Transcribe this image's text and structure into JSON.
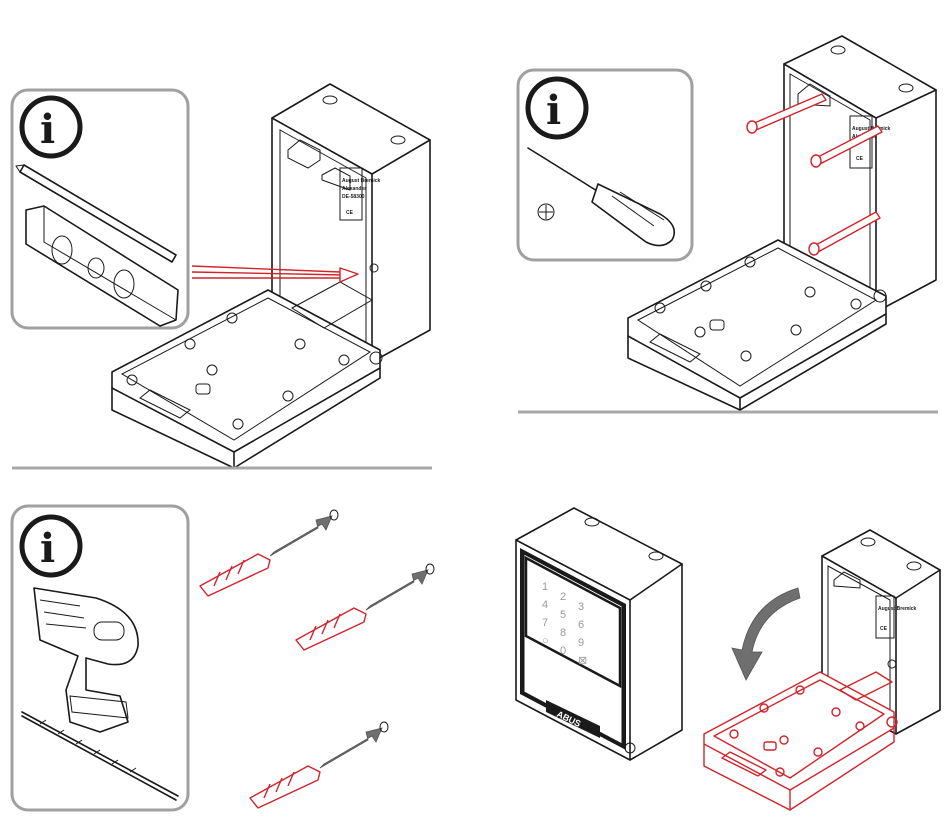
{
  "steps": [
    {
      "id": "step-1",
      "info_icon": "info-icon",
      "tools": [
        "pencil",
        "spirit-level"
      ],
      "highlight_color": "#d2232a"
    },
    {
      "id": "step-2",
      "info_icon": "info-icon",
      "tools": [
        "screwdriver"
      ],
      "screw_type_symbol": "⊕",
      "highlight_color": "#d2232a"
    },
    {
      "id": "step-3",
      "info_icon": "info-icon",
      "tools": [
        "power-drill",
        "drill-bit"
      ],
      "wall_plugs": 3
    },
    {
      "id": "step-4",
      "arrow": "close-lid-arrow",
      "highlight_color": "#d2232a"
    }
  ],
  "device": {
    "brand": "ABUS",
    "label_lines": [
      "August Bremick",
      "Alexander",
      "DE-58300"
    ],
    "ce_mark": "CE",
    "keypad": [
      "1",
      "2",
      "3",
      "4",
      "5",
      "6",
      "7",
      "8",
      "9",
      "○",
      "0",
      "⊠"
    ]
  },
  "colors": {
    "outline": "#1a1a1a",
    "accent": "#d2232a",
    "panel_border": "#a0a0a0",
    "arrow": "#6f6f6f"
  }
}
